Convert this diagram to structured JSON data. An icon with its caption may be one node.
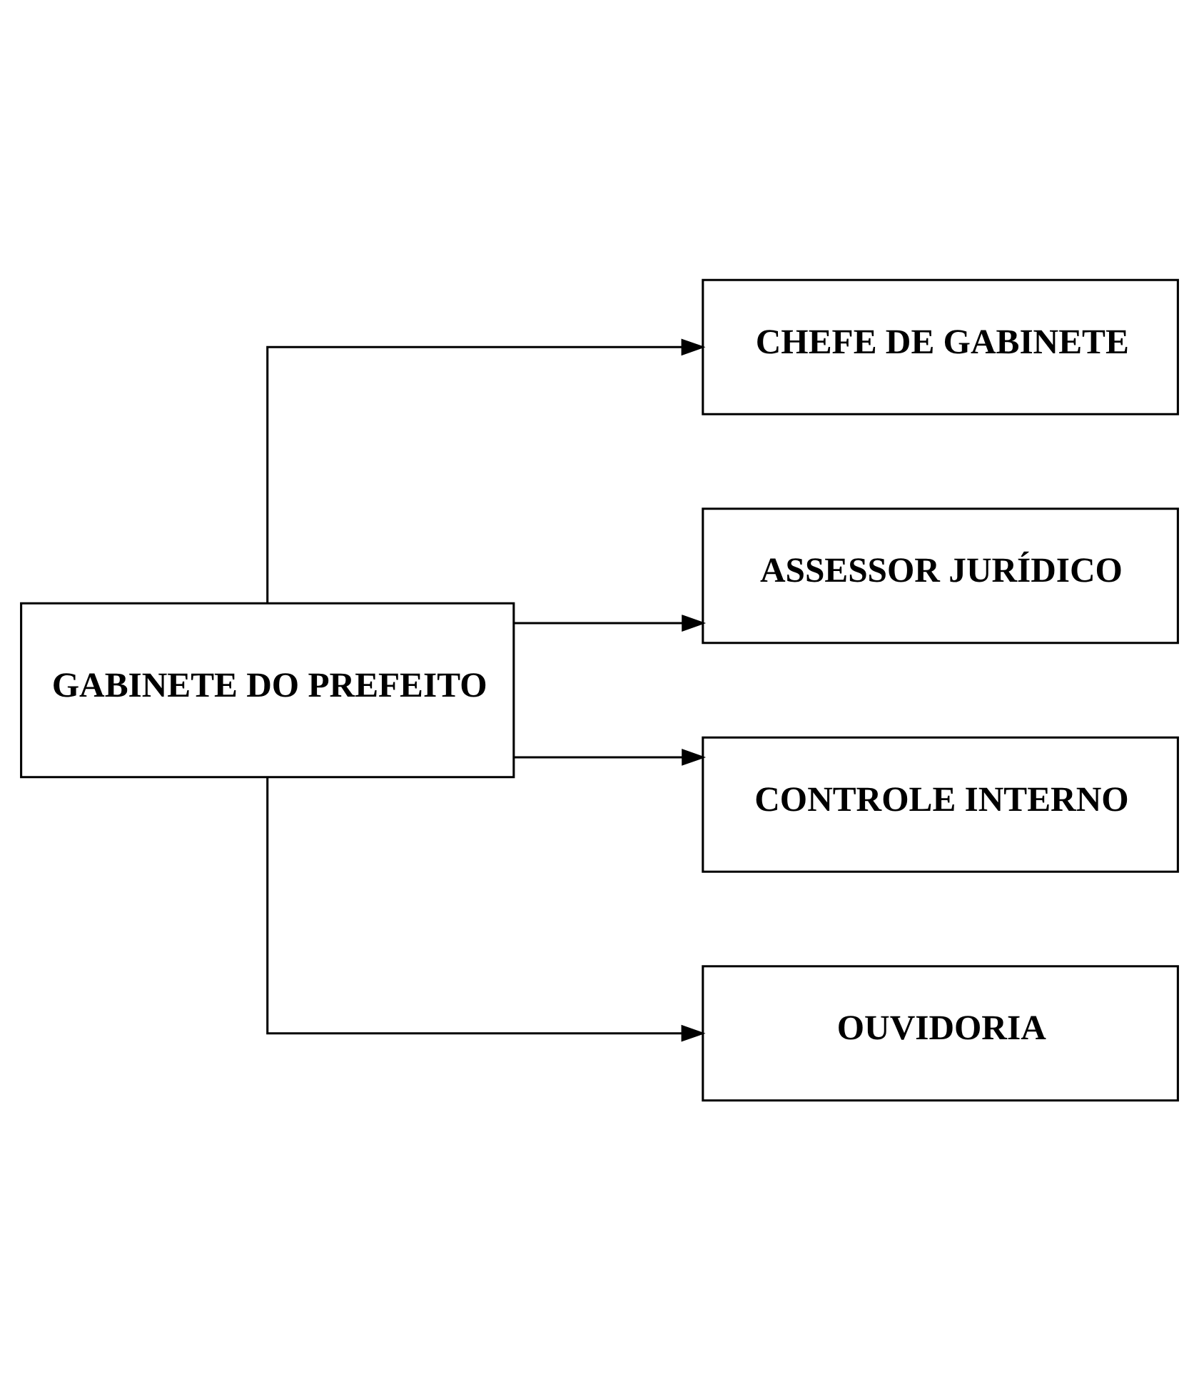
{
  "diagram": {
    "nodes": [
      {
        "text": [
          "GABINETE DO PREFEITO"
        ]
      },
      {
        "text": [
          "CHEFE DE GABINETE"
        ]
      },
      {
        "text": [
          "ASSESSOR JURÍDICO"
        ]
      },
      {
        "text": [
          "CONTROLE INTERNO"
        ]
      },
      {
        "text": [
          "OUVIDORIA"
        ]
      }
    ],
    "edges": [
      {
        "from": 0,
        "to": 1,
        "arrow": "to"
      },
      {
        "from": 0,
        "to": 2,
        "arrow": "to"
      },
      {
        "from": 0,
        "to": 3,
        "arrow": "to"
      },
      {
        "from": 0,
        "to": 4,
        "arrow": "to"
      }
    ]
  }
}
